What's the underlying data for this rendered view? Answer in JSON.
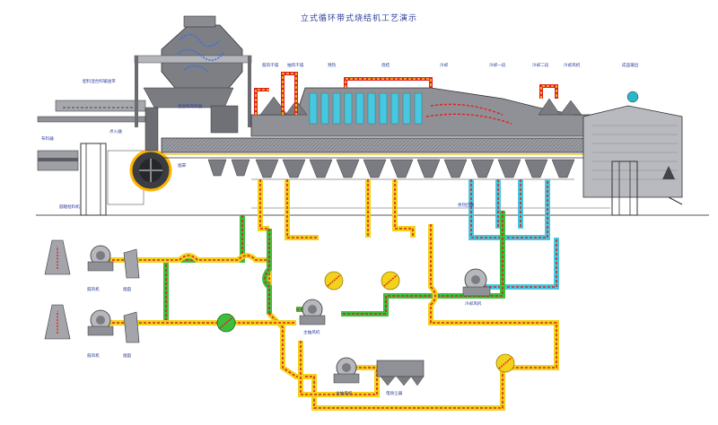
{
  "title": "立式循环带式烧结机工艺演示",
  "top_labels": [
    "鼓风干燥",
    "抽风干燥",
    "预热",
    "烧结",
    "冷却",
    "冷却一段",
    "冷却二段",
    "冷却风机",
    "成品输出"
  ],
  "left_labels": {
    "conveyor": "配料混合料输送带",
    "feeder": "布料器",
    "ignition": "点火器",
    "distributor": "混合料布料器",
    "hood": "烟罩",
    "drum": "圆辊给料机"
  },
  "bottom_labels": {
    "fan1": "鼓风机",
    "stack1": "烟囱",
    "fan2": "鼓风机",
    "stack2": "烟囱",
    "mid_fan": "主抽风机",
    "right_fan": "冷却风机",
    "bottom_fan": "主抽风机",
    "dust": "电除尘器",
    "mid_box": "余热回收"
  },
  "colors": {
    "pipe_yellow": "#f2d21a",
    "pipe_green": "#3cbf3c",
    "pipe_cyan": "#46c9e0",
    "dash_red": "#e02020",
    "machine_gray": "#8f9197",
    "machine_dark": "#4a4c52",
    "label_blue": "#2b3f9c"
  }
}
